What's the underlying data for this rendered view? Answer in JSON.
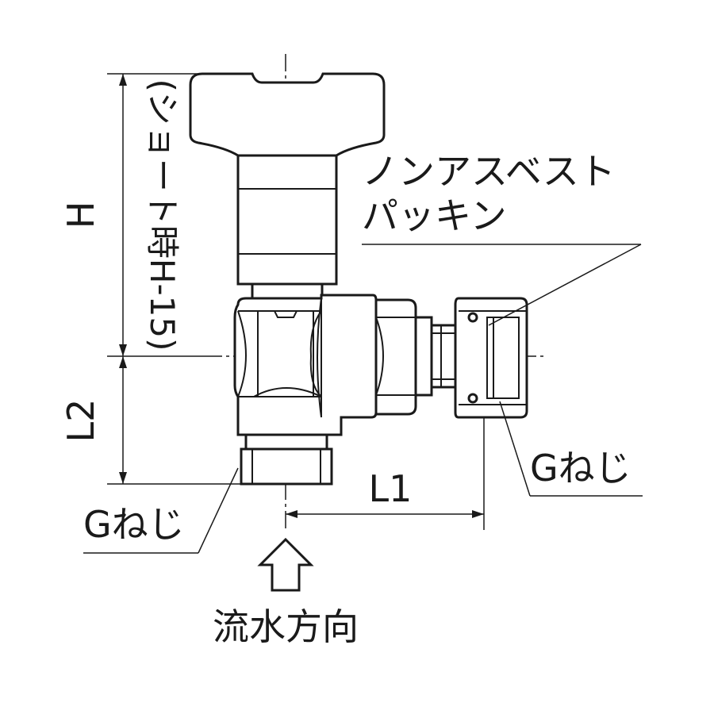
{
  "labels": {
    "height": "H",
    "short_note": "(ショート時H-15)",
    "packing_line1": "ノンアスベスト",
    "packing_line2": "パッキン",
    "thread_right": "Gねじ",
    "thread_left": "Gねじ",
    "l1": "L1",
    "l2": "L2",
    "flow_direction": "流水方向"
  }
}
